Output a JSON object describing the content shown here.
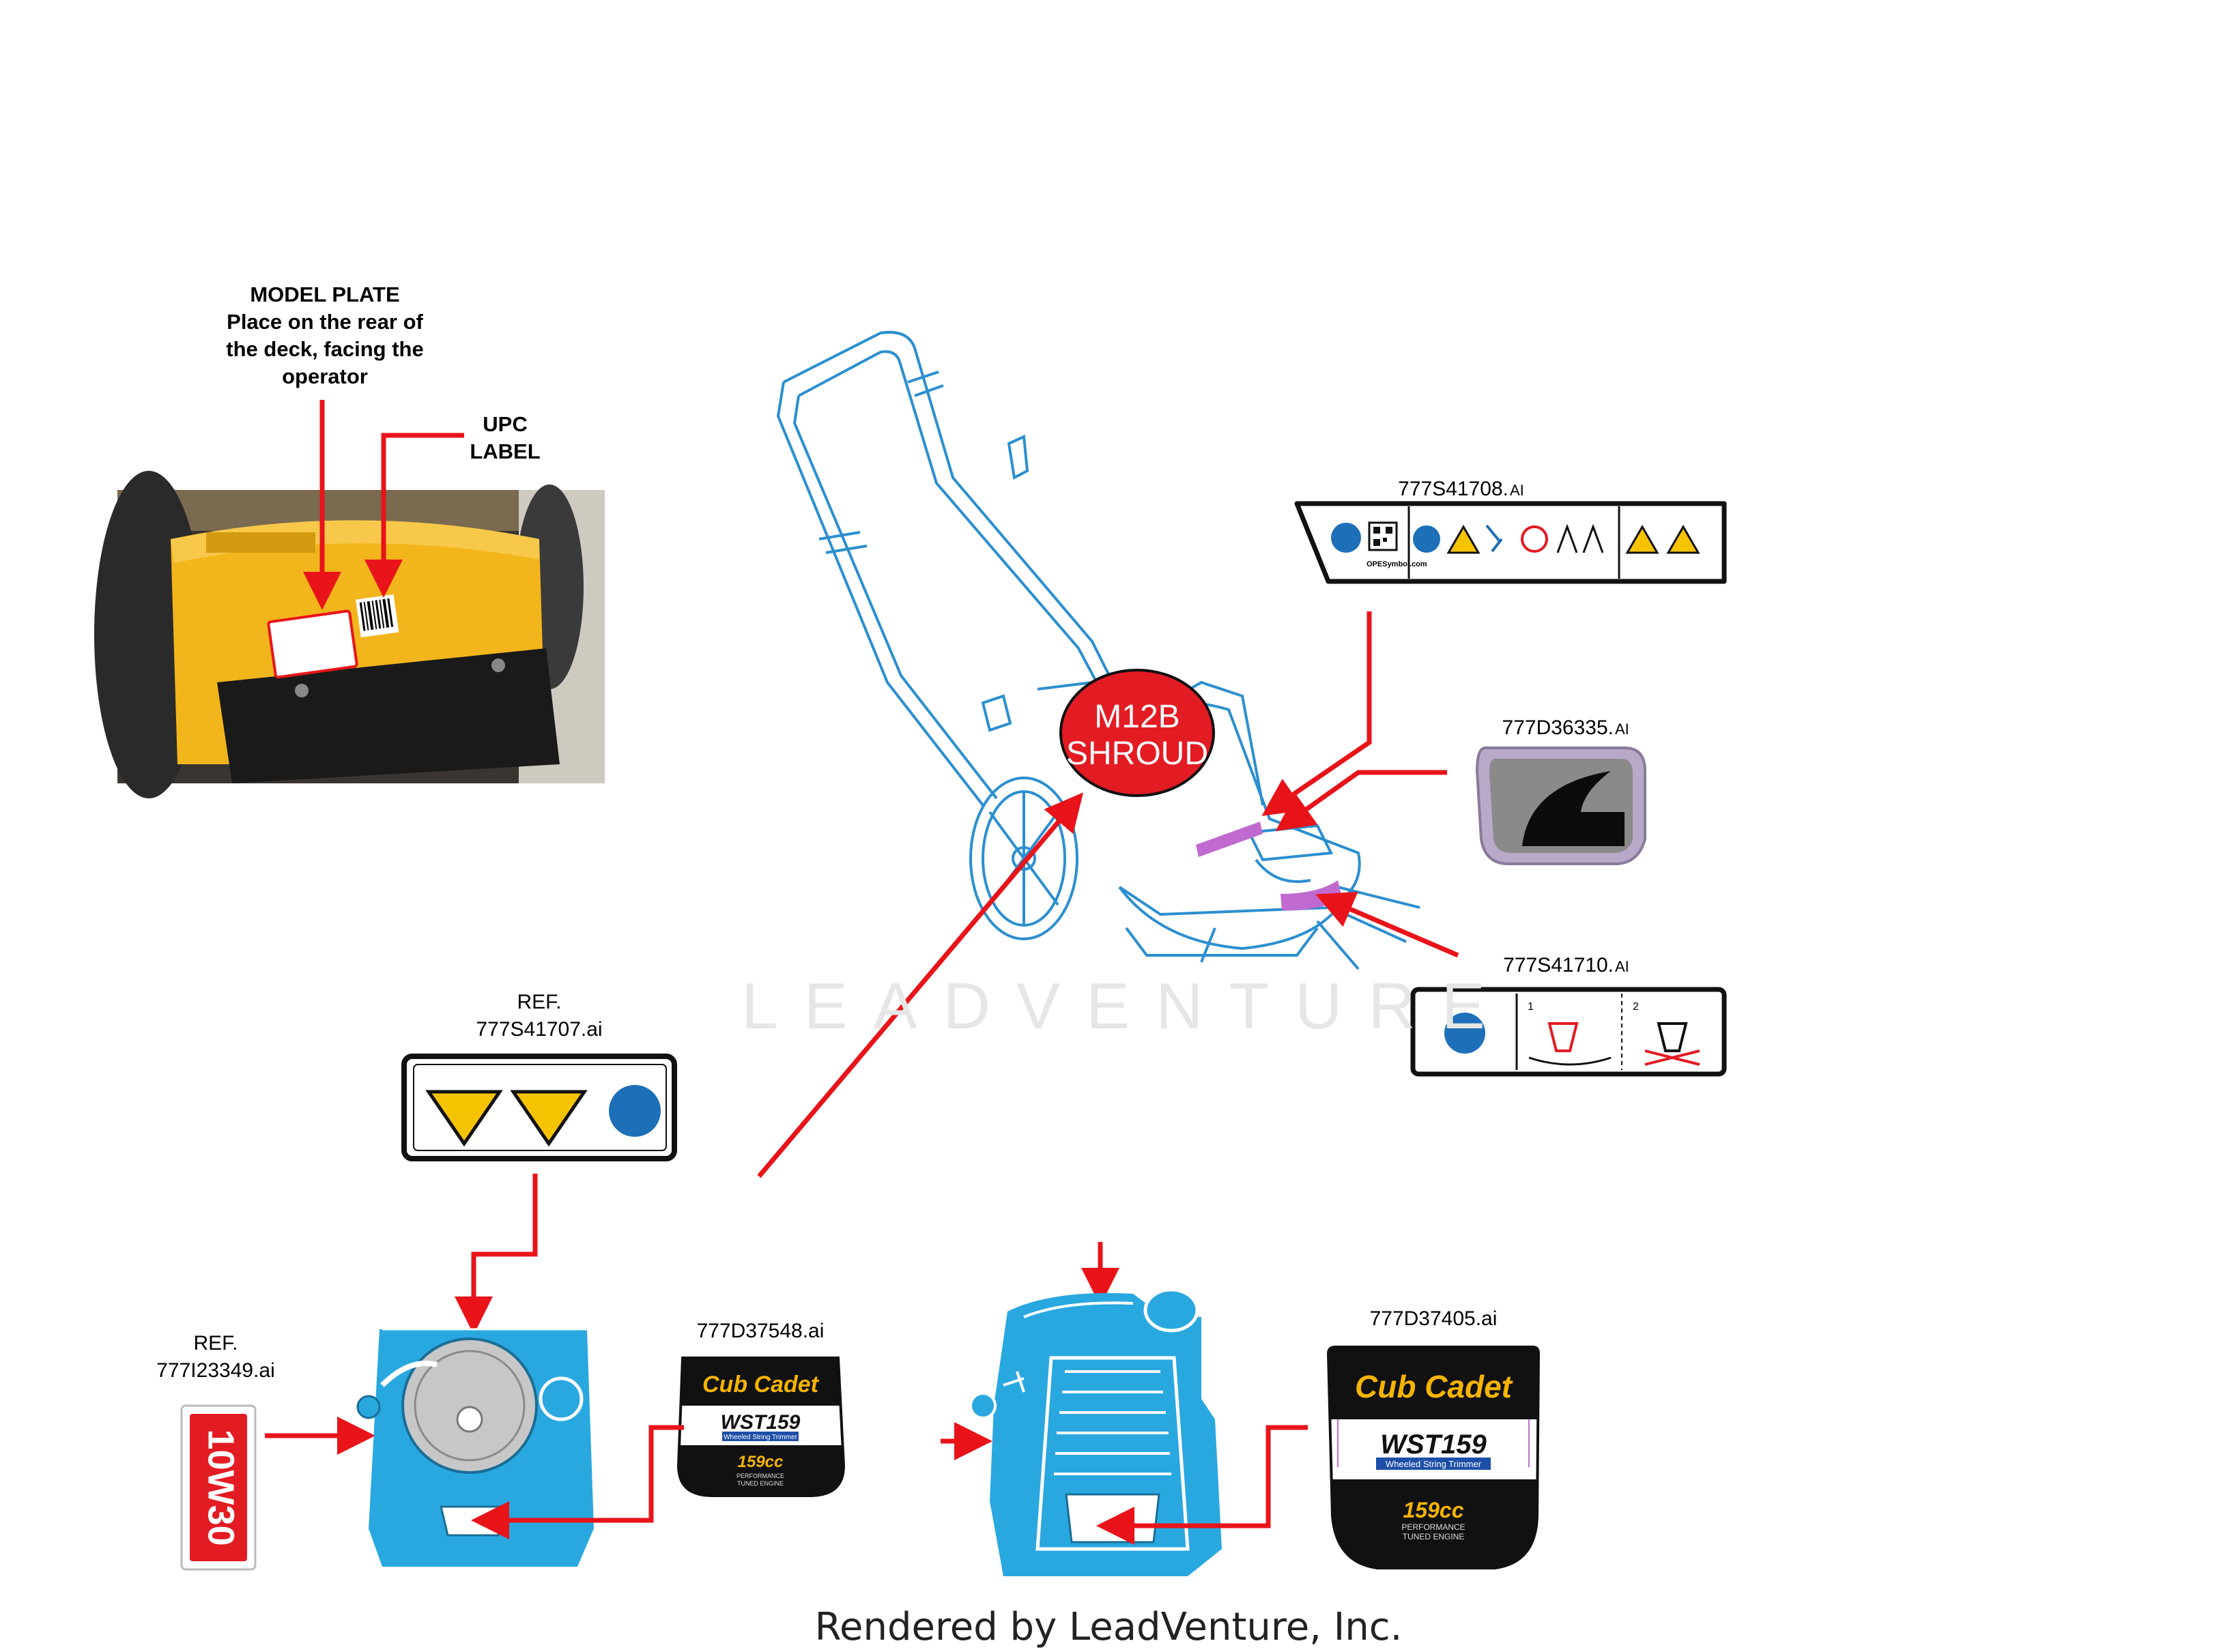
{
  "labels": {
    "model_plate_lines": [
      "MODEL PLATE",
      "Place on the rear of",
      "the deck, facing the",
      "operator"
    ],
    "upc_lines": [
      "UPC",
      "LABEL"
    ],
    "shroud_lines": [
      "M12B",
      "SHROUD"
    ],
    "part_777S41708": "777S41708.",
    "part_777D36335": "777D36335.",
    "part_777S41710": "777S41710.",
    "ai_suffix": "AI",
    "ref_777S41707": [
      "REF.",
      "777S41707.ai"
    ],
    "ref_777I23349": [
      "REF.",
      "777I23349.ai"
    ],
    "part_777D37548": "777D37548.ai",
    "part_777D37405": "777D37405.ai"
  },
  "decals": {
    "oil": "10W30",
    "ope_symbol": "OPESymbol.com",
    "brand": "Cub Cadet",
    "model": "WST159",
    "model_sub": "Wheeled String Trimmer",
    "engine": "159cc",
    "engine_sub_1": "PERFORMANCE",
    "engine_sub_2": "TUNED ENGINE",
    "step_1": "1",
    "step_2": "2"
  },
  "watermark": "LEADVENTURE",
  "footer": "Rendered by LeadVenture, Inc.",
  "colors": {
    "arrow": "#e8141a",
    "engine_blue": "#29a8e0",
    "trimmer_outline": "#2b8fd0",
    "shroud_red": "#e31b23",
    "deck_yellow": "#f2b51b",
    "decal_purple": "#c06ad0",
    "warning_yellow": "#f6c300",
    "info_blue": "#1d6fb8"
  }
}
